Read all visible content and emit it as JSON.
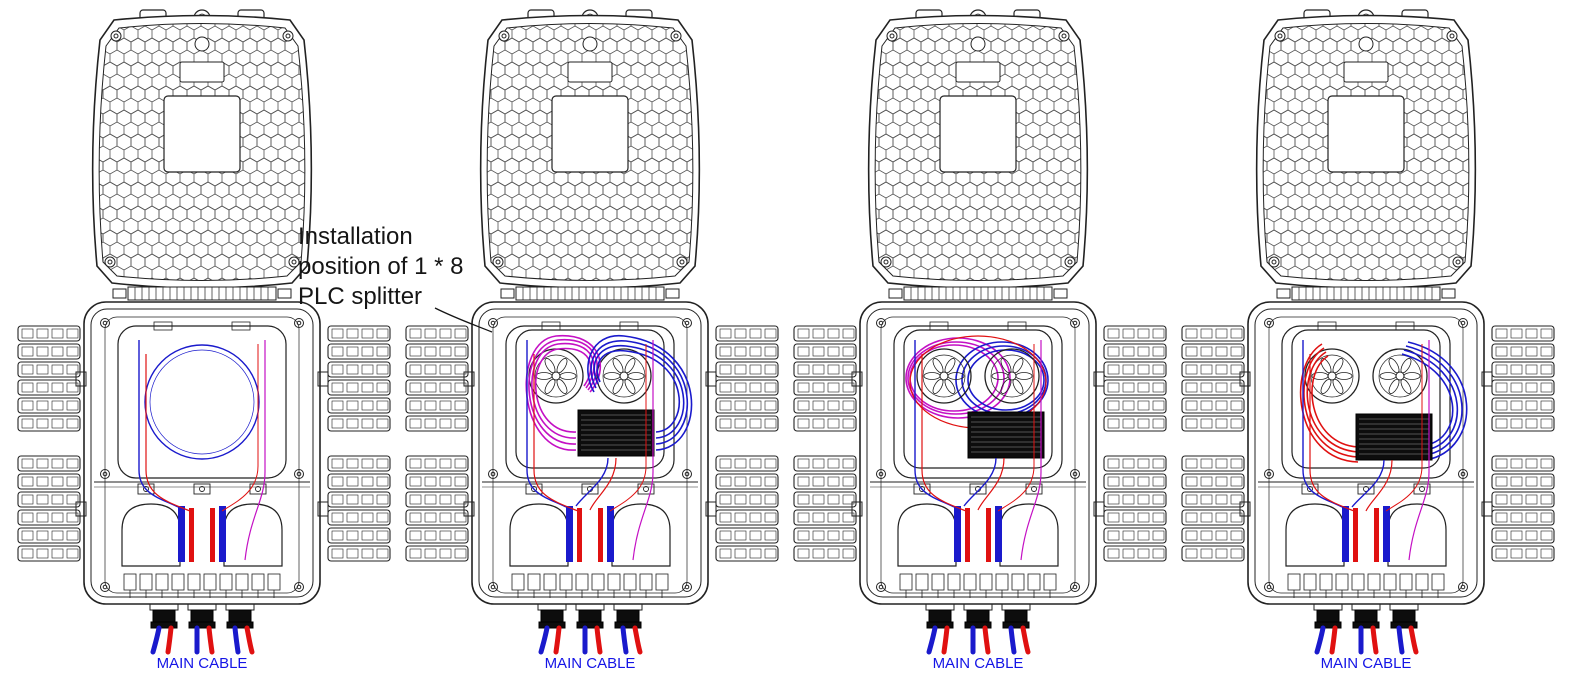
{
  "diagram": {
    "annotation": {
      "line1": "Installation",
      "line2": "position of 1 * 8",
      "line3": "PLC splitter"
    },
    "panels": [
      {
        "label": "MAIN CABLE",
        "variant": "empty splice tray"
      },
      {
        "label": "MAIN CABLE",
        "variant": "splitter installed, fibers fanned"
      },
      {
        "label": "MAIN CABLE",
        "variant": "fibers coiled around spools"
      },
      {
        "label": "MAIN CABLE",
        "variant": "fibers coiled compact"
      }
    ],
    "colors": {
      "line": "#222222",
      "label_blue": "#1414e6",
      "fiber_blue": "#1a1acc",
      "fiber_red": "#e01111",
      "fiber_magenta": "#c410c4"
    }
  }
}
